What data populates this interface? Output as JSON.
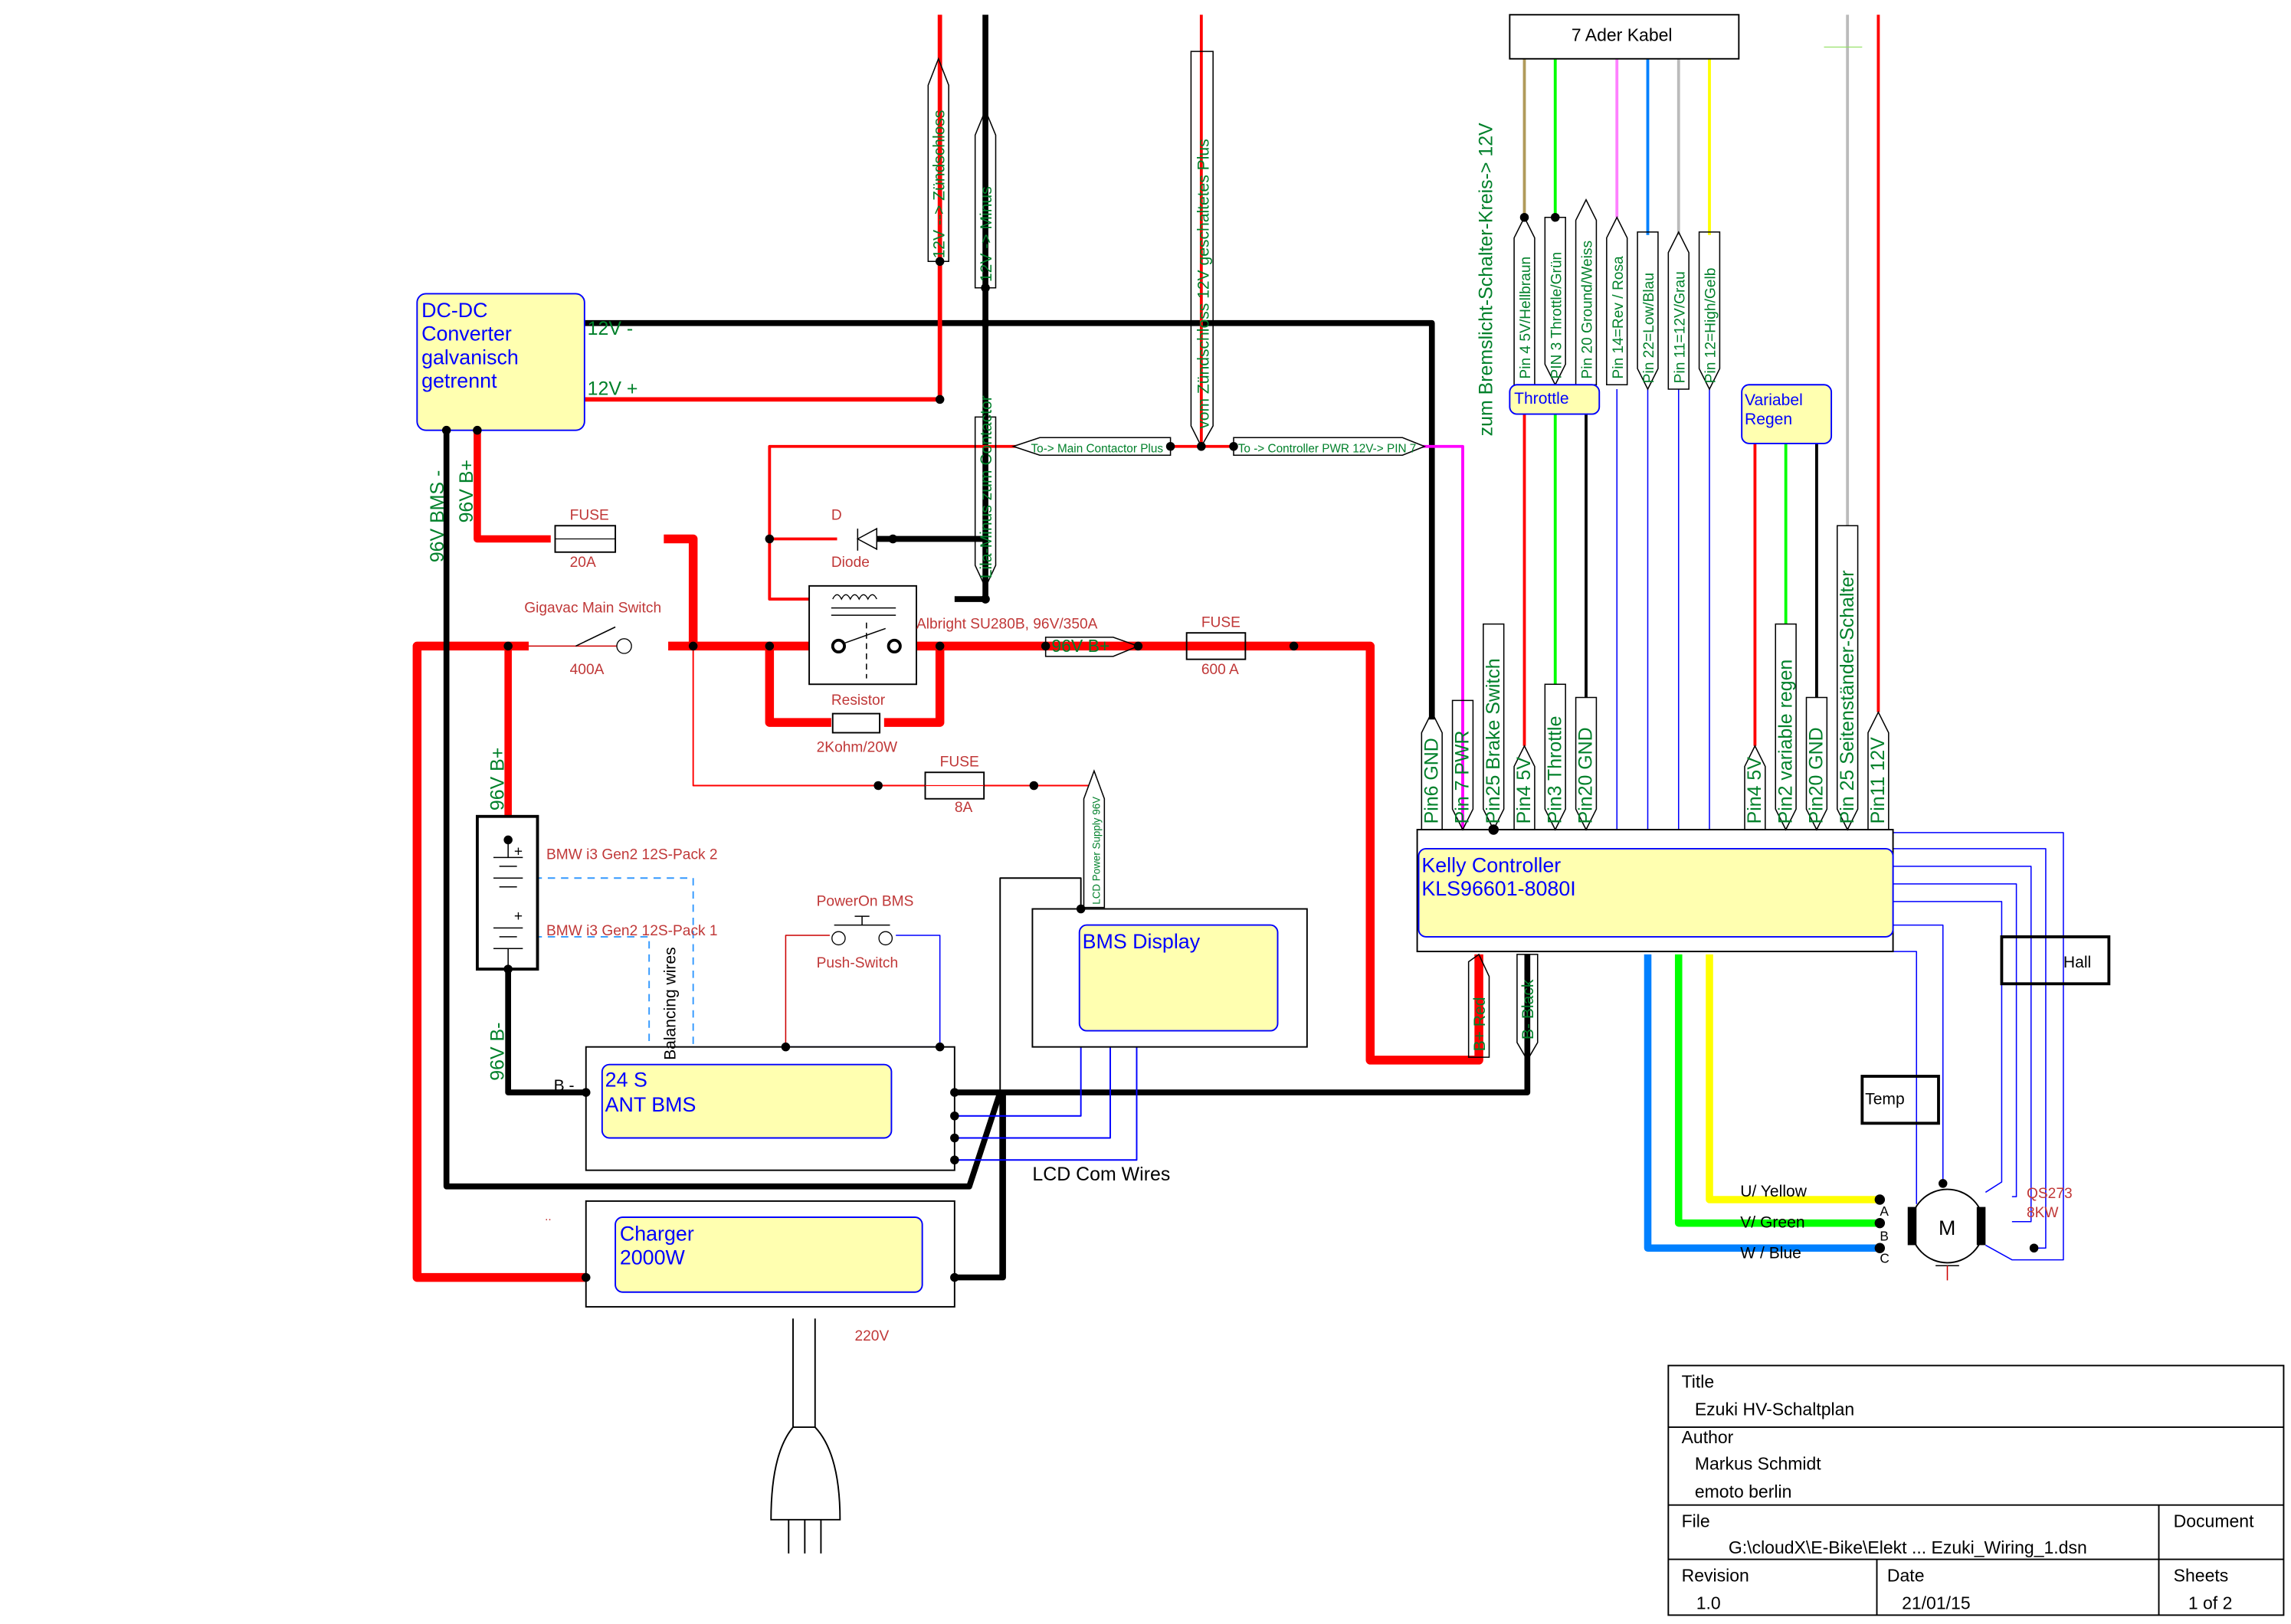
{
  "colors": {
    "hv_plus": "#ff0000",
    "ground": "#000000",
    "signal": "#0000ff",
    "pwr12": "#ff00ff",
    "label_text": "#00802a",
    "part_text": "#c03838",
    "component_fill": "#ffffb0"
  },
  "dcdc": {
    "lines": [
      "DC-DC",
      "Converter",
      "galvanisch",
      "getrennt"
    ],
    "minus": "12V -",
    "plus": "12V +"
  },
  "left_labels": {
    "bms_minus": "96V BMS -",
    "b_plus": "96V B+",
    "batt_plus": "96V B+",
    "batt_minus": "96V B-",
    "b_minus": "B -"
  },
  "fuse20": {
    "name": "FUSE",
    "value": "20A"
  },
  "main_switch": {
    "name": "Gigavac Main Switch",
    "value": "400A"
  },
  "diode": {
    "ref": "D",
    "name": "Diode"
  },
  "contactor": {
    "name": "Albright SU280B, 96V/350A"
  },
  "resistor": {
    "name": "Resistor",
    "value": "2Kohm/20W"
  },
  "fuse600": {
    "name": "FUSE",
    "value": "600 A"
  },
  "fuse8": {
    "name": "FUSE",
    "value": "8A"
  },
  "net_labels": {
    "zuendschloss": "12V --> Zündschloss",
    "minus12": "12V -> Minus",
    "lila": "Lila-Minus zum Contactor",
    "geschaltet": "vom Zündschloss 12V geschaltetes Plus",
    "main_contactor_plus": "To-> Main Contactor Plus",
    "controller_pwr": "To ->  Controller PWR 12V-> PIN 7",
    "b_plus_96": "96V B+",
    "lcd_power": "LCD Power Supply 96V",
    "bremslicht": "zum Bremslicht-Schalter-Kreis-> 12V",
    "b_plus_red": "B+ Red",
    "b_minus_black": "B- Black"
  },
  "battery": {
    "pack2": "BMW i3 Gen2 12S-Pack 2",
    "pack1": "BMW i3 Gen2 12S-Pack 1",
    "balancing": "Balancing wires"
  },
  "push_switch": {
    "top": "PowerOn BMS",
    "bottom": "Push-Switch"
  },
  "bms": {
    "lines": [
      "24 S",
      "ANT BMS"
    ]
  },
  "bms_display": {
    "title": "BMS Display"
  },
  "lcd_com": "LCD Com Wires",
  "charger": {
    "lines": [
      "Charger",
      "2000W"
    ],
    "mains": "220V",
    "dots": ".."
  },
  "controller": {
    "lines": [
      "Kelly Controller",
      "KLS96601-8080I"
    ]
  },
  "controller_pins": [
    "Pin6 GND",
    "Pin 7 PWR",
    "Pin25 Brake Switch",
    "Pin4 5V",
    "Pin3 Throttle",
    "Pin20 GND",
    "Pin4 5V",
    "Pin2 variable regen",
    "Pin20 GND",
    "Pin 25 Seitenständer-Schalter",
    "Pin11 12V"
  ],
  "cable": {
    "title": "7 Ader Kabel",
    "pins": [
      "Pin 4 5V/Hellbraun",
      "PIN 3 Throttle/Grün",
      "Pin 20 Ground/Weiss",
      "Pin 14=Rev / Rosa",
      "Pin 22=Low/Blau",
      "Pin 11=12V/Grau",
      "Pin 12=High/Gelb"
    ],
    "wire_colors": [
      "#b09a5a",
      "#00ff00",
      "#000000",
      "#ff80ff",
      "#0080ff",
      "#b8b8b8",
      "#ffff00"
    ]
  },
  "throttle": "Throttle",
  "regen": {
    "lines": [
      "Variabel",
      "Regen"
    ]
  },
  "motor": {
    "symbol": "M",
    "phases": [
      "U/ Yellow",
      "V/ Green",
      "W / Blue"
    ],
    "terminals": [
      "A",
      "B",
      "C"
    ],
    "model": "QS273",
    "power": "8KW",
    "hall": "Hall",
    "temp": "Temp"
  },
  "title_block": {
    "title_label": "Title",
    "title": "Ezuki HV-Schaltplan",
    "author_label": "Author",
    "author": "Markus Schmidt",
    "org": "emoto berlin",
    "file_label": "File",
    "file": "G:\\cloudX\\E-Bike\\Elekt ... Ezuki_Wiring_1.dsn",
    "document_label": "Document",
    "revision_label": "Revision",
    "revision": "1.0",
    "date_label": "Date",
    "date": "21/01/15",
    "sheets_label": "Sheets",
    "sheets": "1 of 2"
  }
}
